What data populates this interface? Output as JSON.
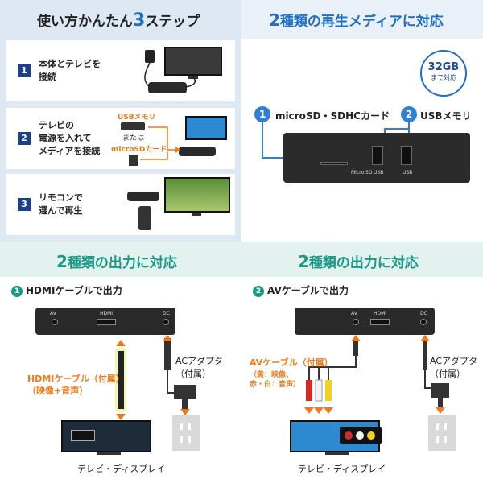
{
  "steps_panel": {
    "title_pre": "使い方かんたん",
    "title_hi": "3",
    "title_post": "ステップ",
    "steps": [
      {
        "num": "1",
        "line1": "本体とテレビを",
        "line2": "接続",
        "line3": ""
      },
      {
        "num": "2",
        "line1": "テレビの",
        "line2": "電源を入れて",
        "line3": "メディアを接続"
      },
      {
        "num": "3",
        "line1": "リモコンで",
        "line2": "選んで再生",
        "line3": ""
      }
    ],
    "step2_usb_label": "USBメモリ",
    "step2_or_label1": "または",
    "step2_sd_label": "microSDカード"
  },
  "media_panel": {
    "title_pre": "2",
    "title_post": "種類の再生メディアに対応",
    "badge_top": "32GB",
    "badge_bottom": "まで対応",
    "media": [
      {
        "num": "1",
        "label": "microSD・SDHCカード"
      },
      {
        "num": "2",
        "label": "USBメモリ"
      }
    ],
    "port_label_sd": "Micro SD",
    "port_label_usb1": "USB",
    "port_label_usb2": "USB"
  },
  "output_left": {
    "title_pre": "2",
    "title_post": "種類の出力に対応",
    "sub_num": "1",
    "sub_label": "HDMIケーブルで出力",
    "port_av": "AV",
    "port_hdmi": "HDMI",
    "port_dc": "DC",
    "cable_label_1": "HDMIケーブル（付属）",
    "cable_label_2": "（映像+音声）",
    "adapter_1": "ACアダプタ",
    "adapter_2": "（付属）",
    "tv_label": "テレビ・ディスプレイ"
  },
  "output_right": {
    "title_pre": "2",
    "title_post": "種類の出力に対応",
    "sub_num": "2",
    "sub_label": "AVケーブルで出力",
    "port_av": "AV",
    "port_hdmi": "HDMI",
    "port_dc": "DC",
    "cable_label_1": "AVケーブル（付属）",
    "cable_label_2": "（黄：映像、",
    "cable_label_3": "赤・白：音声）",
    "adapter_1": "ACアダプタ",
    "adapter_2": "（付属）",
    "tv_label": "テレビ・ディスプレイ"
  },
  "colors": {
    "blue": "#1f6fc4",
    "navy": "#1e3f8a",
    "teal": "#1a9a86",
    "orange": "#f07a1a"
  }
}
